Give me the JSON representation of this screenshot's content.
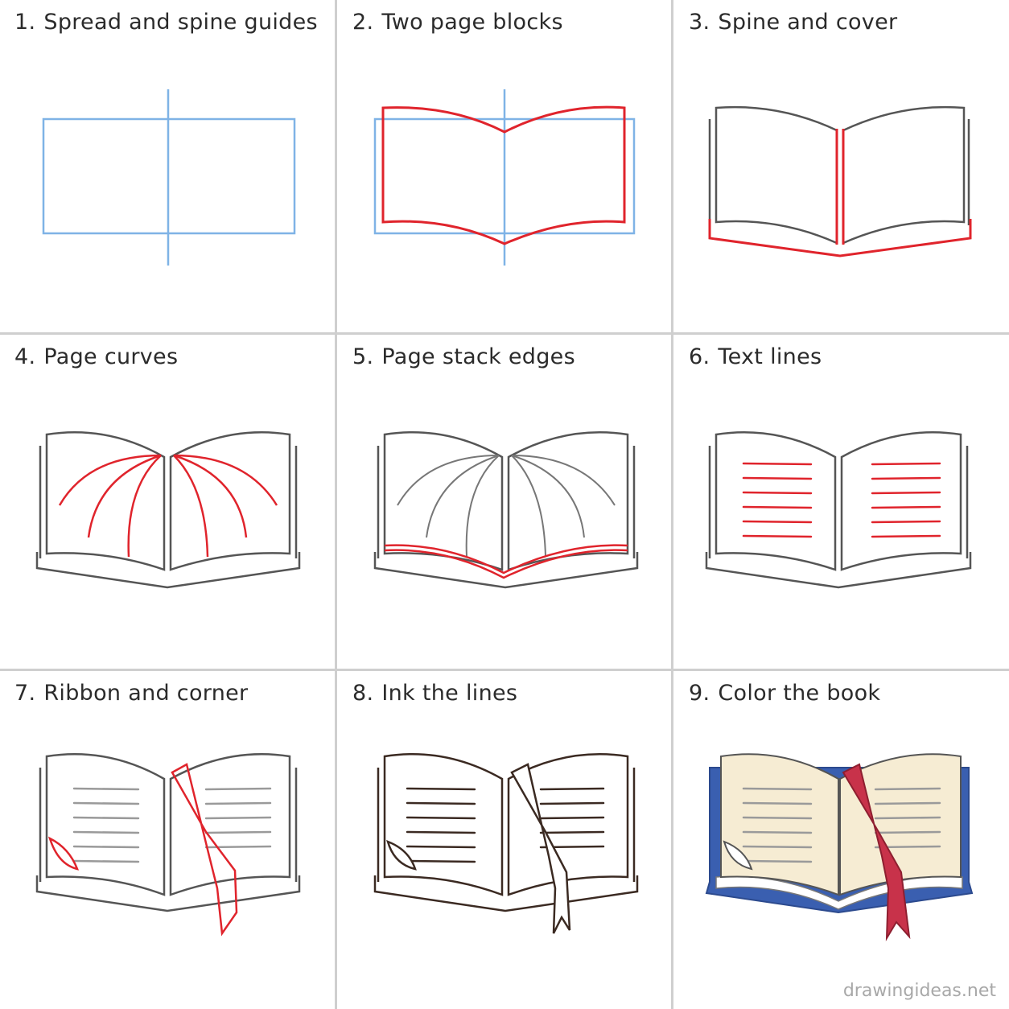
{
  "steps": [
    {
      "number": "1.",
      "title": "Spread and spine guides"
    },
    {
      "number": "2.",
      "title": "Two page blocks"
    },
    {
      "number": "3.",
      "title": "Spine and cover"
    },
    {
      "number": "4.",
      "title": "Page curves"
    },
    {
      "number": "5.",
      "title": "Page stack edges"
    },
    {
      "number": "6.",
      "title": "Text lines"
    },
    {
      "number": "7.",
      "title": "Ribbon and corner"
    },
    {
      "number": "8.",
      "title": "Ink the lines"
    },
    {
      "number": "9.",
      "title": "Color the book"
    }
  ],
  "watermark": "drawingideas.net",
  "colors": {
    "guide_blue": "#7fb3e6",
    "highlight_red": "#e0242c",
    "sketch_gray": "#555555",
    "text_line_gray": "#9a9a9a",
    "ink_brown": "#3b2a22",
    "cover_blue": "#3a5fb0",
    "page_cream": "#f6ecd3",
    "ribbon_red": "#c8324a",
    "divider": "#cfcfcf"
  }
}
